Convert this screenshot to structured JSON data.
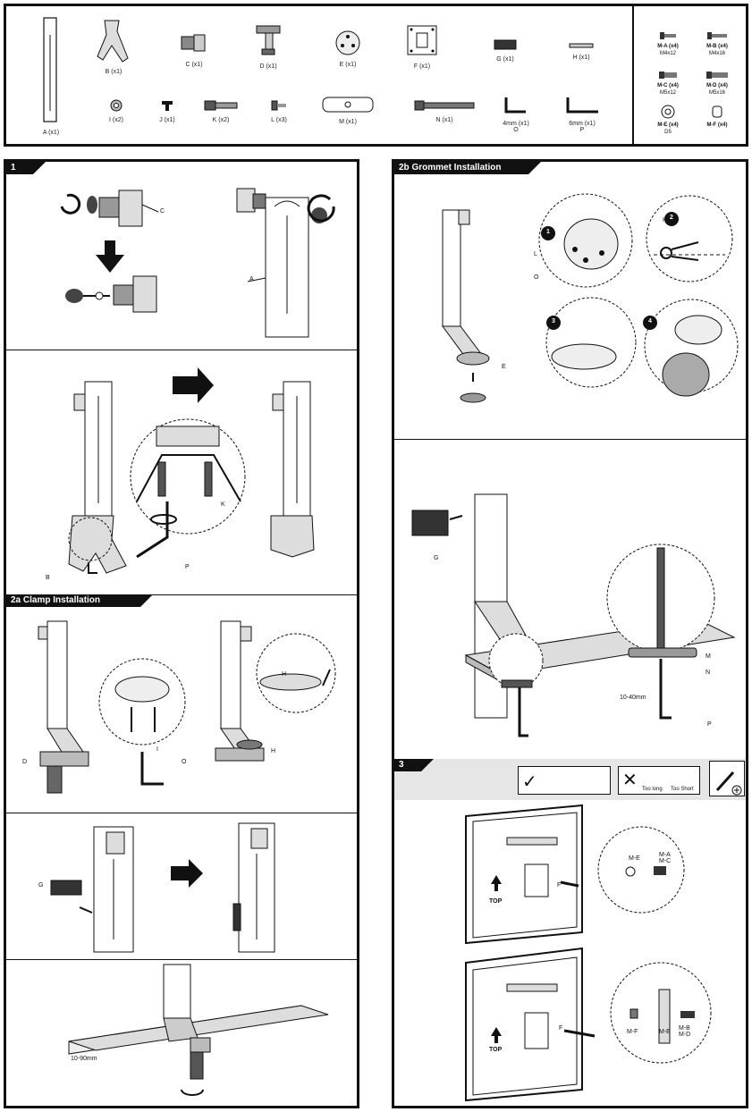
{
  "parts_row1": [
    {
      "id": "A",
      "label": "A (x1)"
    },
    {
      "id": "B",
      "label": "B (x1)"
    },
    {
      "id": "C",
      "label": "C (x1)"
    },
    {
      "id": "D",
      "label": "D (x1)"
    },
    {
      "id": "E",
      "label": "E (x1)"
    },
    {
      "id": "F",
      "label": "F (x1)"
    },
    {
      "id": "G",
      "label": "G (x1)"
    },
    {
      "id": "H",
      "label": "H (x1)"
    }
  ],
  "parts_row2": [
    {
      "id": "I",
      "label": "I (x2)"
    },
    {
      "id": "J",
      "label": "J (x1)"
    },
    {
      "id": "K",
      "label": "K (x2)"
    },
    {
      "id": "L",
      "label": "L (x3)"
    },
    {
      "id": "M",
      "label": "M (x1)"
    },
    {
      "id": "N",
      "label": "N (x1)"
    },
    {
      "id": "O",
      "label": "4mm (x1)",
      "sub": "O"
    },
    {
      "id": "P",
      "label": "6mm (x1)",
      "sub": "P"
    }
  ],
  "screws": [
    {
      "name": "M-A (x4)",
      "size": "M4x12"
    },
    {
      "name": "M-B (x4)",
      "size": "M4x16"
    },
    {
      "name": "M-C (x4)",
      "size": "M5x12"
    },
    {
      "name": "M-D (x4)",
      "size": "M5x16"
    },
    {
      "name": "M-E (x4)",
      "size": "D5"
    },
    {
      "name": "M-F (x4)",
      "size": ""
    }
  ],
  "steps": {
    "s1": "1",
    "s2a": "2a Clamp Installation",
    "s2b": "2b Grommet Installation",
    "s3": "3"
  },
  "callouts": {
    "c": "C",
    "a": "A",
    "b": "B",
    "k": "K",
    "p": "P",
    "d": "D",
    "o": "O",
    "h": "H",
    "i": "I",
    "g": "G",
    "l": "L",
    "e": "E",
    "m": "M",
    "n": "N",
    "f": "F",
    "clamp_range": "10-90mm",
    "grommet_range": "10-40mm",
    "top": "TOP",
    "too_long": "Too long",
    "too_short": "Too Short",
    "me": "M-E",
    "mamc": "M-A\nM-C",
    "mf": "M-F",
    "mbmd": "M-B\nM-D",
    "n1": "1",
    "n2": "2",
    "n3": "3",
    "n4": "4"
  }
}
